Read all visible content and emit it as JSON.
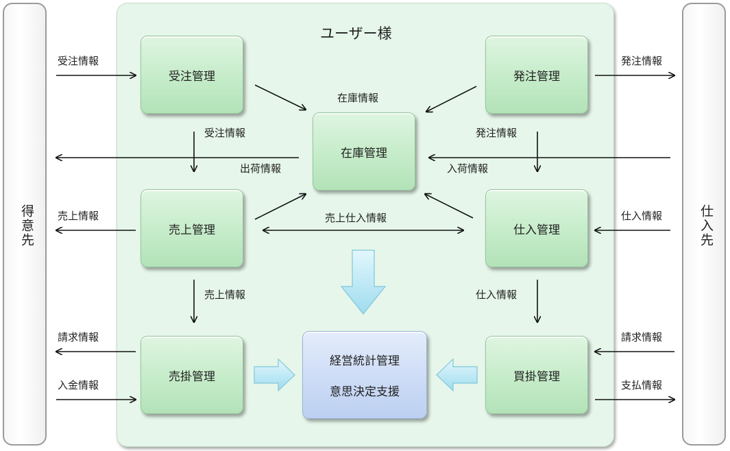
{
  "diagram": {
    "title": "ユーザー様",
    "left_party": "得意先",
    "right_party": "仕入先",
    "boxes": {
      "order_receiving": "受注管理",
      "purchase_order": "発注管理",
      "inventory": "在庫管理",
      "sales": "売上管理",
      "purchasing": "仕入管理",
      "receivables": "売掛管理",
      "payables": "買掛管理",
      "stats_line1": "経営統計管理",
      "stats_line2": "意思決定支援"
    },
    "labels": {
      "order_in": "受注情報",
      "order_out": "発注情報",
      "inventory_info": "在庫情報",
      "order_down": "受注情報",
      "order_out_down": "発注情報",
      "shipping": "出荷情報",
      "receiving": "入荷情報",
      "sales_left": "売上情報",
      "purchase_right": "仕入情報",
      "sales_purchase": "売上仕入情報",
      "sales_down": "売上情報",
      "purchase_down": "仕入情報",
      "billing_left": "請求情報",
      "billing_right": "請求情報",
      "deposit": "入金情報",
      "payment": "支払情報"
    }
  }
}
